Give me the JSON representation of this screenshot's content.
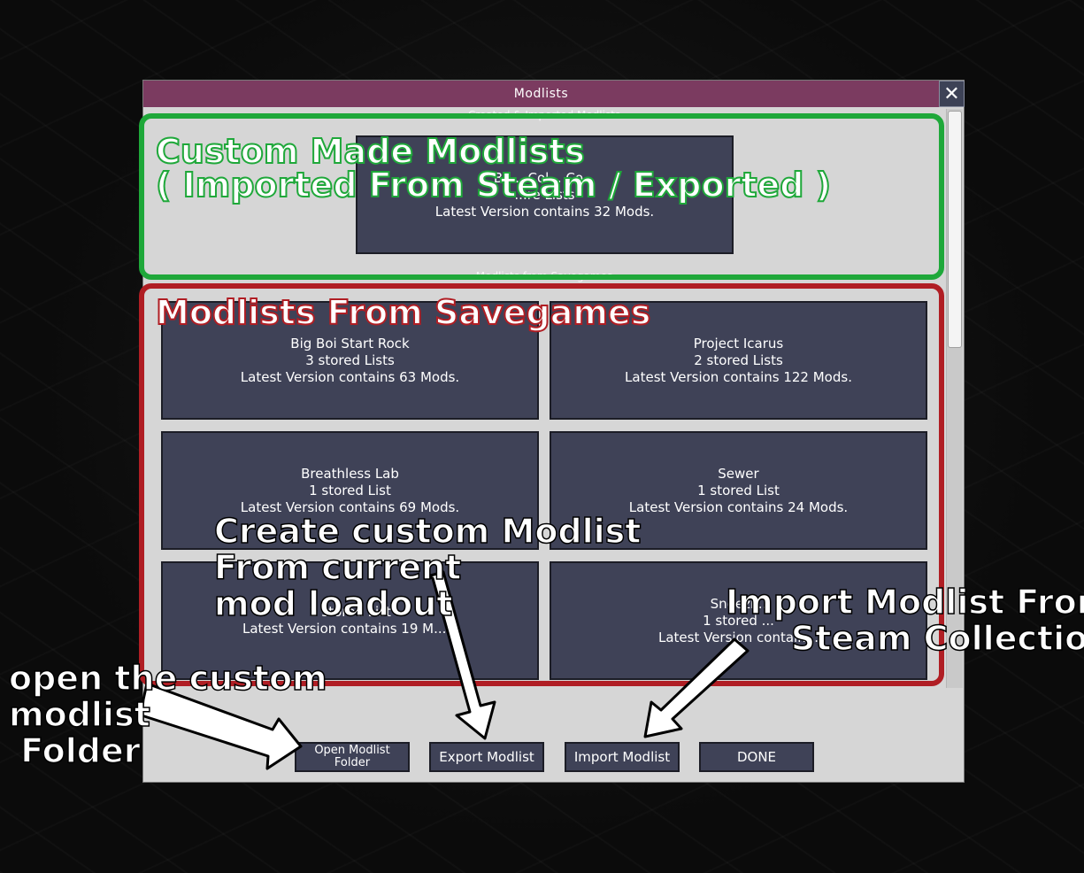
{
  "window": {
    "title": "Modlists",
    "close_label": "✕"
  },
  "sections": {
    "custom_header": "Created & Imported Modlists",
    "savegame_header": "Modlists from Savegames"
  },
  "custom_card": {
    "line1": "Ba... Col... Co...",
    "line2": "...re Lists",
    "line3": "Latest Version contains 32 Mods."
  },
  "save_cards": [
    {
      "name": "Big Boi Start Rock",
      "stored": "3 stored Lists",
      "latest": "Latest Version contains 63 Mods."
    },
    {
      "name": "Project Icarus",
      "stored": "2 stored Lists",
      "latest": "Latest Version contains 122 Mods."
    },
    {
      "name": "Breathless Lab",
      "stored": "1 stored List",
      "latest": "Latest Version contains 69 Mods."
    },
    {
      "name": "Sewer",
      "stored": "1 stored List",
      "latest": "Latest Version contains 24 Mods."
    },
    {
      "name": "",
      "stored": "1 stored List",
      "latest": "Latest Version contains 19 M...s."
    },
    {
      "name": "Sneezi...",
      "stored": "1 stored ...",
      "latest": "Latest Version contain..."
    }
  ],
  "buttons": {
    "open_folder": "Open Modlist Folder",
    "export": "Export Modlist",
    "import": "Import Modlist",
    "done": "DONE"
  },
  "annotations": {
    "custom_box_label": "Custom Made Modlists\n( Imported From Steam / Exported )",
    "savegame_box_label": "Modlists From Savegames",
    "export_note": "Create custom Modlist\nFrom current\nmod loadout",
    "import_note": "Import Modlist From\nSteam Collection",
    "folder_note": "open the custom\nmodlist\n Folder"
  },
  "colors": {
    "title_bar": "#7b3b60",
    "card": "#3f4257",
    "panel": "#d6d6d6",
    "highlight_green": "#1fa83a",
    "highlight_red": "#b01e24"
  }
}
